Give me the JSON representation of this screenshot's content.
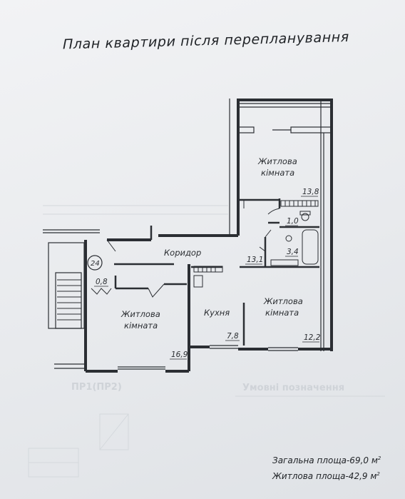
{
  "title": "План квартири після перепланування",
  "rooms": [
    {
      "id": "living-top",
      "name": "Житлова",
      "name2": "кімната",
      "area": "13,8"
    },
    {
      "id": "living-right",
      "name": "Житлова",
      "name2": "кімната",
      "area": "12,2"
    },
    {
      "id": "living-left",
      "name": "Житлова",
      "name2": "кімната",
      "area": "16,9"
    },
    {
      "id": "kitchen",
      "name": "Кухня",
      "area": "7,8"
    },
    {
      "id": "corridor",
      "name": "Коридор",
      "area": "13,1"
    },
    {
      "id": "toilet",
      "area": "1,0"
    },
    {
      "id": "bathroom",
      "area": "3,4"
    },
    {
      "id": "closet",
      "area": "0,8"
    }
  ],
  "marker": "24",
  "summary": {
    "total_label": "Загальна площа-69,0 м",
    "living_label": "Житлова площа-42,9 м",
    "unit_sup": "2"
  },
  "bleed_through": {
    "legend_heading": "Умовні позначення",
    "stamp": "ПР1(ПР2)"
  },
  "colors": {
    "line": "#2b2e33",
    "paper": "#eef0f2",
    "faint": "#cfd3d8"
  }
}
